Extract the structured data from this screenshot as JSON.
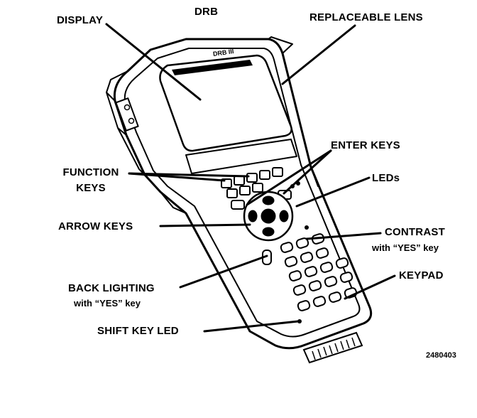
{
  "title": "DRB",
  "labels": {
    "display": "DISPLAY",
    "replaceable_lens": "REPLACEABLE LENS",
    "enter_keys": "ENTER KEYS",
    "function_keys_line1": "FUNCTION",
    "function_keys_line2": "KEYS",
    "leds": "LEDs",
    "arrow_keys": "ARROW KEYS",
    "contrast_line1": "CONTRAST",
    "contrast_line2": "with “YES” key",
    "keypad": "KEYPAD",
    "back_lighting_line1": "BACK LIGHTING",
    "back_lighting_line2": "with “YES” key",
    "shift_key_led": "SHIFT KEY LED"
  },
  "figure_id": "2480403",
  "device_label": "DRB III"
}
